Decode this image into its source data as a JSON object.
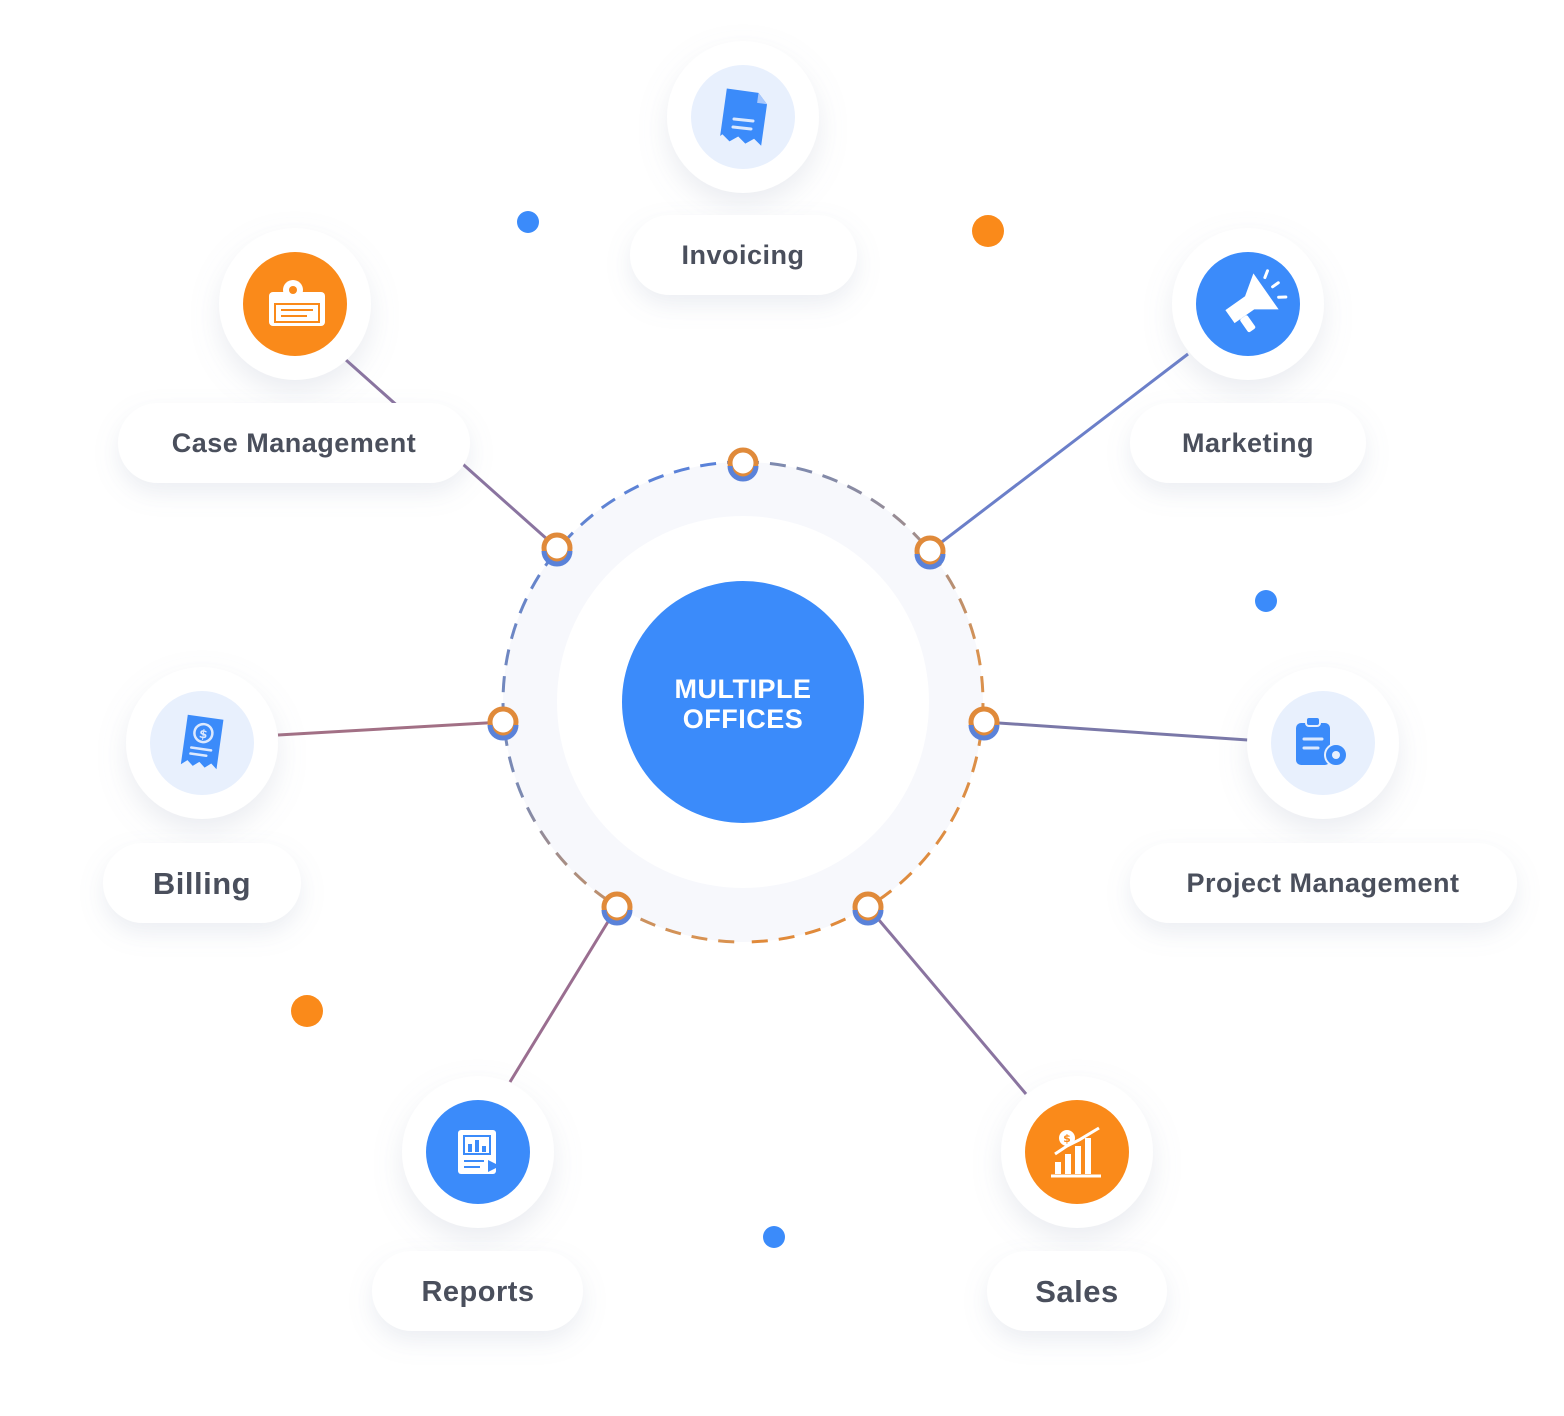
{
  "diagram": {
    "hub": {
      "line1": "MULTIPLE",
      "line2": "OFFICES",
      "color": "#3b8bfa"
    },
    "colors": {
      "blue": "#3b8bfa",
      "orange": "#fa8a1a",
      "icon_bg_light": "#e8f0fd",
      "label_text": "#4a4f5c",
      "line_orange": "#d2692b",
      "line_blue": "#5a82d9"
    },
    "nodes": [
      {
        "id": "invoicing",
        "label": "Invoicing",
        "icon": "document-icon",
        "style": "light"
      },
      {
        "id": "marketing",
        "label": "Marketing",
        "icon": "megaphone-icon",
        "style": "blue"
      },
      {
        "id": "project-management",
        "label": "Project Management",
        "icon": "clipboard-gear-icon",
        "style": "light"
      },
      {
        "id": "sales",
        "label": "Sales",
        "icon": "sales-chart-icon",
        "style": "orange"
      },
      {
        "id": "reports",
        "label": "Reports",
        "icon": "report-icon",
        "style": "blue"
      },
      {
        "id": "billing",
        "label": "Billing",
        "icon": "receipt-dollar-icon",
        "style": "light"
      },
      {
        "id": "case-management",
        "label": "Case Management",
        "icon": "case-board-icon",
        "style": "orange"
      }
    ]
  }
}
